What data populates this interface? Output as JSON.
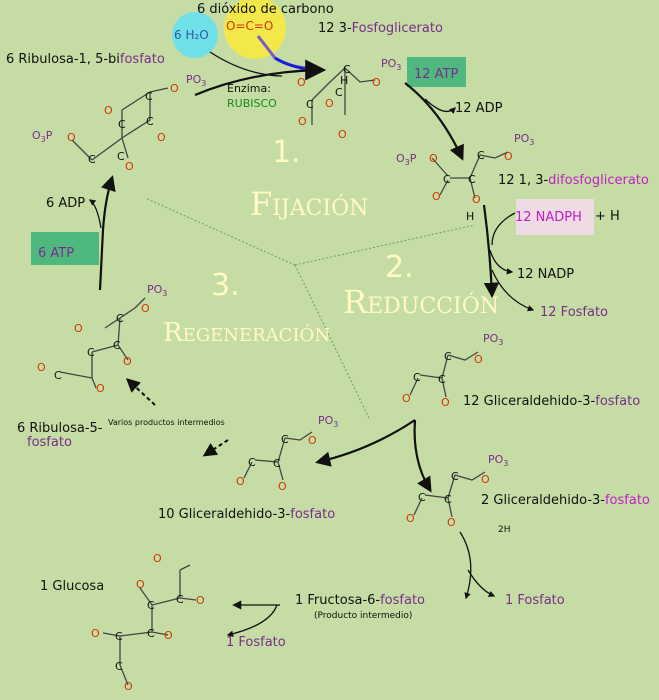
{
  "stages": [
    {
      "number": "1.",
      "name": "Fijación"
    },
    {
      "number": "2.",
      "name": "Reducción"
    },
    {
      "number": "3.",
      "name": "Regeneración"
    }
  ],
  "inputs": {
    "co2_label": "6 dióxido de carbono",
    "co2_formula": "O=C=O",
    "water": "6 H₂O",
    "enzyme_label": "Enzima:",
    "enzyme_name": "RUBISCO"
  },
  "compounds": {
    "ribulose_bisphosphate": {
      "prefix": "6 Ribulosa-1, 5-bi",
      "suffix": "fosfato"
    },
    "phosphoglycerate": {
      "prefix": "12  3-",
      "suffix": "Fosfoglicerato"
    },
    "bisphosphoglycerate": {
      "prefix": "12  1, 3-",
      "suffix": "difosfoglicerato"
    },
    "g3p_12": {
      "prefix": "12  Gliceraldehido-3-",
      "suffix": "fosfato"
    },
    "g3p_2": {
      "prefix": "2 Gliceraldehido-3-",
      "suffix": "fosfato"
    },
    "g3p_10": {
      "prefix": "10 Gliceraldehido-3-",
      "suffix": "fosfato"
    },
    "ribulose_phosphate": {
      "prefix": "6 Ribulosa-5-",
      "suffix": "fosfato"
    },
    "fructose": {
      "prefix": "1 Fructosa-6-",
      "suffix": "fosfato",
      "note": "(Producto intermedio)"
    },
    "glucose": "1 Glucosa"
  },
  "cofactors": {
    "atp_12": "12 ATP",
    "adp_12": "12 ADP",
    "nadph_12": "12 NADPH",
    "h_plus": "+ H",
    "nadp_12": "12 NADP",
    "phosphate_12": "12 Fosfato",
    "atp_6": "6 ATP",
    "adp_6": "6 ADP",
    "h2_plus": "2H",
    "phosphate_1a": "1 Fosfato",
    "phosphate_1b": "1 Fosfato"
  },
  "intermediates_note": "Varios productos intermedios",
  "groups": {
    "po3": "PO",
    "o3p": "O",
    "sub3": "3"
  },
  "colors": {
    "background": "#c5dda4",
    "atp_box": "#4fb87f",
    "nadph_box": "#eedbe3",
    "water_circle": "#6fe0e8",
    "co2_circle": "#f2e84a",
    "stage_text": "#fffbc0",
    "enzyme_name": "#1a8a1a",
    "phosphate_purple": "#7b2d8b",
    "oxygen_red": "#d43500"
  }
}
